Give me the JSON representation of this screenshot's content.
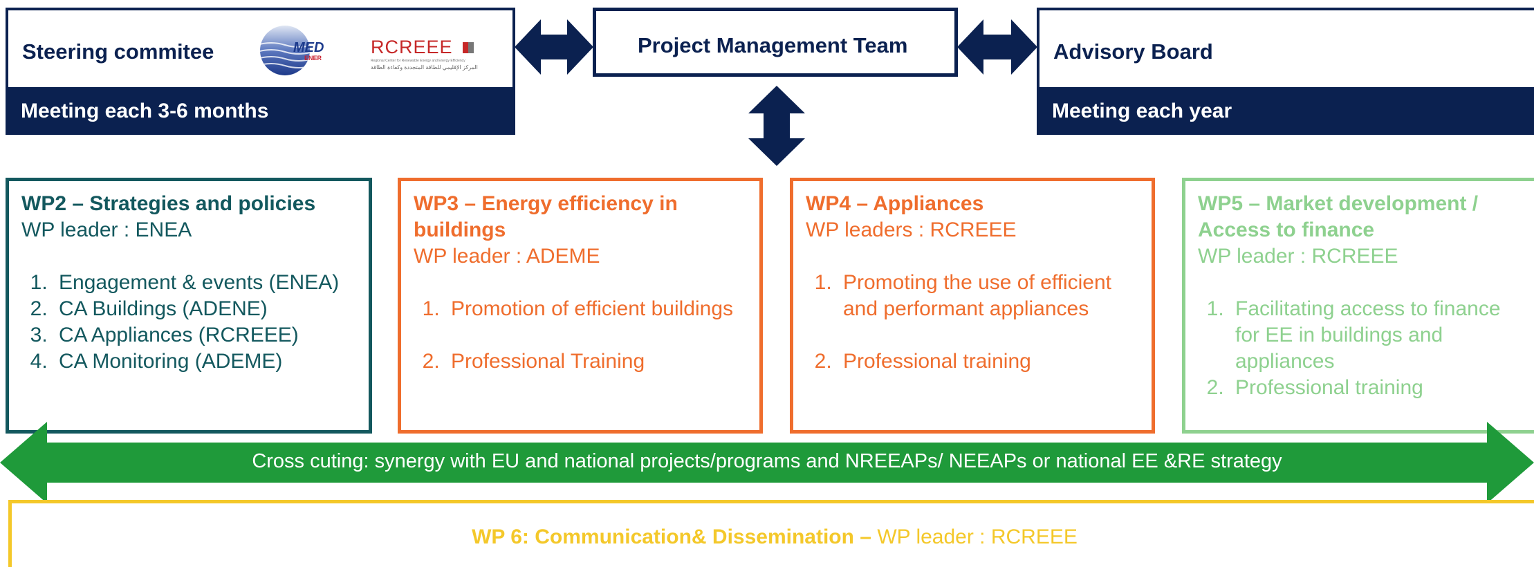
{
  "colors": {
    "navy": "#0b2150",
    "teal": "#13585e",
    "orange": "#ef6d2d",
    "light_green": "#8ed18f",
    "green_arrow": "#1f9a3a",
    "yellow": "#f4c82a"
  },
  "steering": {
    "title": "Steering commitee",
    "meeting": "Meeting each 3-6 months",
    "logo1_text": "MED",
    "logo1_sub": "ENER",
    "logo2_text": "RCREEE",
    "logo2_caption_en": "Regional Center for Renewable Energy and Energy Efficiency",
    "logo2_caption_ar": "المركز الإقليمي للطاقة المتجددة وكفاءة الطاقة"
  },
  "pmt": {
    "title": "Project Management Team"
  },
  "advisory": {
    "title": "Advisory Board",
    "meeting": "Meeting each year"
  },
  "wps": {
    "wp2": {
      "title": "WP2 – Strategies and policies",
      "leader": "WP leader : ENEA",
      "items": [
        "Engagement & events (ENEA)",
        "CA Buildings (ADENE)",
        "CA Appliances (RCREEE)",
        "CA Monitoring (ADEME)"
      ]
    },
    "wp3": {
      "title_line1": "WP3 – Energy efficiency in",
      "title_line2": "buildings",
      "leader": "WP leader : ADEME",
      "items": [
        "Promotion of efficient buildings",
        "Professional Training"
      ]
    },
    "wp4": {
      "title": "WP4 – Appliances",
      "leader": "WP leaders : RCREEE",
      "items": [
        "Promoting the use of efficient and performant appliances",
        "Professional training"
      ]
    },
    "wp5": {
      "title_line1": "WP5 – Market development /",
      "title_line2": "Access to finance",
      "leader": "WP leader : RCREEE",
      "items": [
        "Facilitating access to finance for EE in buildings and appliances",
        "Professional training"
      ]
    }
  },
  "crosscutting": {
    "text": "Cross cuting: synergy with EU and national projects/programs and NREEAPs/ NEEAPs or national EE &RE strategy"
  },
  "wp6": {
    "title": "WP 6: Communication& Dissemination –",
    "leader": "WP leader : RCREEE"
  },
  "icons": [
    "double-arrow-horizontal-icon",
    "double-arrow-vertical-icon",
    "double-arrow-wide-icon"
  ]
}
